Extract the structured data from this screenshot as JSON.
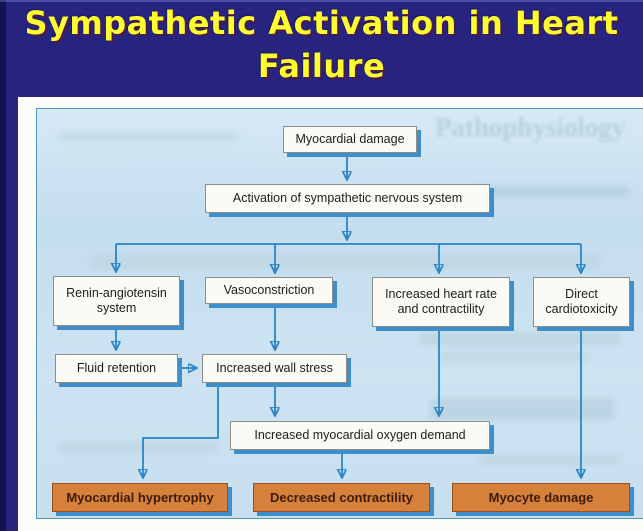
{
  "slide": {
    "title_line1": "Sympathetic Activation in Heart",
    "title_line2": "Failure",
    "title_color": "#fdfd30",
    "background_color": "#26247f"
  },
  "flowchart": {
    "background_color": "#c9e0f1",
    "frame_border_color": "#4e9cba",
    "arrow_color": "#2b85c6",
    "box_shadow_color": "#3e8ecb",
    "outcome_fill_color": "#d5813b",
    "nodes": {
      "myocardial_damage": {
        "label": "Myocardial damage",
        "type": "plain"
      },
      "sympathetic_activation": {
        "label": "Activation of sympathetic nervous system",
        "type": "plain"
      },
      "renin_angiotensin": {
        "label": "Renin-angiotensin system",
        "type": "plain"
      },
      "vasoconstriction": {
        "label": "Vasoconstriction",
        "type": "plain"
      },
      "increased_heart_rate": {
        "label": "Increased heart rate and contractility",
        "type": "plain"
      },
      "direct_cardiotoxicity": {
        "label": "Direct cardiotoxicity",
        "type": "plain"
      },
      "fluid_retention": {
        "label": "Fluid retention",
        "type": "plain"
      },
      "increased_wall_stress": {
        "label": "Increased wall stress",
        "type": "plain"
      },
      "oxygen_demand": {
        "label": "Increased myocardial oxygen demand",
        "type": "plain"
      },
      "myocardial_hypertrophy": {
        "label": "Myocardial hypertrophy",
        "type": "outcome"
      },
      "decreased_contractility": {
        "label": "Decreased contractility",
        "type": "outcome"
      },
      "myocyte_damage": {
        "label": "Myocyte damage",
        "type": "outcome"
      }
    },
    "edges": [
      {
        "from": "myocardial_damage",
        "to": "sympathetic_activation"
      },
      {
        "from": "sympathetic_activation",
        "to": "renin_angiotensin"
      },
      {
        "from": "sympathetic_activation",
        "to": "vasoconstriction"
      },
      {
        "from": "sympathetic_activation",
        "to": "increased_heart_rate"
      },
      {
        "from": "sympathetic_activation",
        "to": "direct_cardiotoxicity"
      },
      {
        "from": "renin_angiotensin",
        "to": "fluid_retention"
      },
      {
        "from": "fluid_retention",
        "to": "increased_wall_stress"
      },
      {
        "from": "vasoconstriction",
        "to": "increased_wall_stress"
      },
      {
        "from": "increased_wall_stress",
        "to": "oxygen_demand"
      },
      {
        "from": "increased_heart_rate",
        "to": "oxygen_demand"
      },
      {
        "from": "increased_wall_stress",
        "to": "myocardial_hypertrophy"
      },
      {
        "from": "oxygen_demand",
        "to": "decreased_contractility"
      },
      {
        "from": "direct_cardiotoxicity",
        "to": "myocyte_damage"
      }
    ]
  },
  "scan_artifacts": {
    "bleed_through_text": "Pathophysiology"
  }
}
